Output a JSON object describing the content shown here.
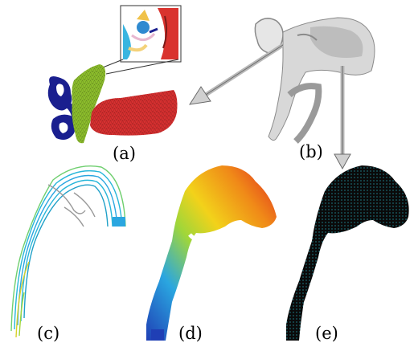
{
  "figure": {
    "labels": {
      "a": "(a)",
      "b": "(b)",
      "c": "(c)",
      "d": "(d)",
      "e": "(e)"
    },
    "colors": {
      "ossicle_blue": "#1a1f8f",
      "tympanic_green": "#8cbd2c",
      "nasal_red": "#d63030",
      "arrow_gray": "#c8c8c8",
      "mesh_black": "#0a0a0a",
      "mesh_cyan": "#2ec4d6",
      "stream_cyan": "#27b6d9",
      "contour_yellow": "#f2d21a",
      "contour_orange": "#f08a18",
      "contour_blue": "#1f3fb5"
    }
  }
}
